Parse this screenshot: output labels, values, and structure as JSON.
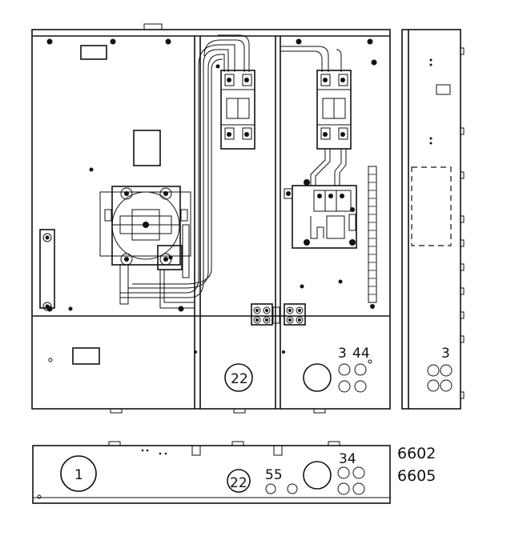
{
  "labels": {
    "front_knockout_center": "22",
    "front_knockout_right_a": "3",
    "front_knockout_right_b": "44",
    "side_knockout": "3",
    "bottom_knockout_left": "1",
    "bottom_knockout_mid": "22",
    "bottom_knockout_55": "55",
    "bottom_knockout_34": "34"
  },
  "models": [
    "6602",
    "6605"
  ]
}
